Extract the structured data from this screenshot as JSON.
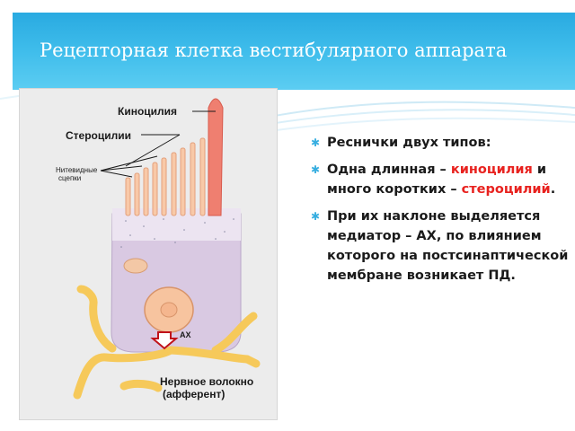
{
  "slide": {
    "title": "Рецепторная клетка вестибулярного аппарата"
  },
  "figure": {
    "label_kinocilium": "Киноцилия",
    "label_stereocilia": "Стероцилии",
    "label_threads_line1": "Нитевидные",
    "label_threads_line2": "сцепки",
    "label_ax": "АХ",
    "label_nerve_line1": "Нервное волокно",
    "label_nerve_line2": "(афферент)"
  },
  "bullets": [
    {
      "text_a": "Реснички двух типов:"
    },
    {
      "text_a": "Одна  длинная – ",
      "red_a": "киноцилия",
      "text_b": " и много коротких – ",
      "red_b": "стероцилий",
      "text_c": "."
    },
    {
      "text_a": "При их наклоне выделяется медиатор – АХ, по влиянием которого на постсинаптической мембране возникает ПД."
    }
  ],
  "colors": {
    "header": "#29aae1",
    "bullet_marker": "#37aee0",
    "highlight": "#e8221f"
  }
}
